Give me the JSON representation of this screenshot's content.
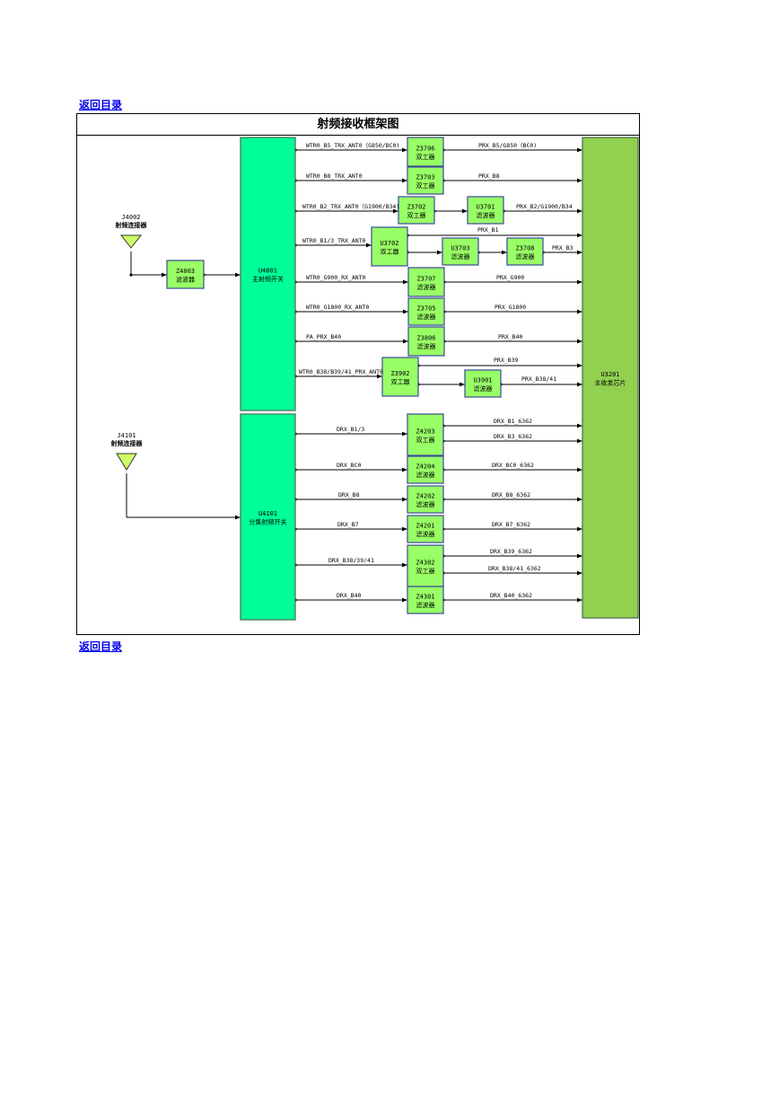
{
  "nav": {
    "back_to_toc_top": "返回目录",
    "back_to_toc_bottom": "返回目录"
  },
  "diagram": {
    "title": "射频接收框架图",
    "colors": {
      "switch_fill": "#00ff99",
      "filter_fill": "#99ff66",
      "chip_fill": "#92d050",
      "antenna_fill": "#ccff66",
      "line": "#000000"
    },
    "antennas": [
      {
        "id": "J4002",
        "name": "射频连接器"
      },
      {
        "id": "J4101",
        "name": "射频连接器"
      }
    ],
    "blocks": [
      {
        "key": "z4003",
        "id": "Z4003",
        "name": "滤波器"
      },
      {
        "key": "u4001",
        "id": "U4001",
        "name": "主射频开关"
      },
      {
        "key": "u4101",
        "id": "U4101",
        "name": "分集射频开关"
      },
      {
        "key": "u3201",
        "id": "U3201",
        "name": "主收发芯片"
      },
      {
        "key": "z3706",
        "id": "Z3706",
        "name": "双工器"
      },
      {
        "key": "z3703",
        "id": "Z3703",
        "name": "双工器"
      },
      {
        "key": "z3702",
        "id": "Z3702",
        "name": "双工器"
      },
      {
        "key": "u3701",
        "id": "U3701",
        "name": "滤波器"
      },
      {
        "key": "u3702",
        "id": "U3702",
        "name": "双工器"
      },
      {
        "key": "u3703",
        "id": "U3703",
        "name": "滤波器"
      },
      {
        "key": "z3708",
        "id": "Z3708",
        "name": "滤波器"
      },
      {
        "key": "z3707",
        "id": "Z3707",
        "name": "滤波器"
      },
      {
        "key": "z3705",
        "id": "Z3705",
        "name": "滤波器"
      },
      {
        "key": "z3806",
        "id": "Z3806",
        "name": "滤波器"
      },
      {
        "key": "z3902",
        "id": "Z3902",
        "name": "双工器"
      },
      {
        "key": "u3901",
        "id": "U3901",
        "name": "滤波器"
      },
      {
        "key": "z4203",
        "id": "Z4203",
        "name": "双工器"
      },
      {
        "key": "z4204",
        "id": "Z4204",
        "name": "滤波器"
      },
      {
        "key": "z4202",
        "id": "Z4202",
        "name": "滤波器"
      },
      {
        "key": "z4201",
        "id": "Z4201",
        "name": "滤波器"
      },
      {
        "key": "z4302",
        "id": "Z4302",
        "name": "双工器"
      },
      {
        "key": "z4301",
        "id": "Z4301",
        "name": "滤波器"
      }
    ],
    "signals": {
      "wtr_b5": "WTR0_B5_TRX_ANT0（G850/BC0)",
      "wtr_b8": "WTR0_B8_TRX_ANT0",
      "wtr_b2": "WTR0_B2_TRX_ANT0（G1900/B34)",
      "wtr_b1": "WTR0_B1/3_TRX_ANT0",
      "wtr_g900": "WTR0_G900_RX_ANT0",
      "wtr_g1800": "WTR0_G1800_RX_ANT0",
      "pa_b40": "PA_PRX_B40",
      "wtr_b38": "WTR0_B38/B39/41_PRX_ANT0",
      "prx_b5": "PRX_B5/G850（BC0)",
      "prx_b8": "PRX_B8",
      "prx_b2": "PRX_B2/G1900/B34",
      "prx_b1": "PRX_B1",
      "prx_b3": "PRX_B3",
      "prx_g900": "PRX_G900",
      "prx_g1800": "PRX_G1800",
      "prx_b40": "PRX_B40",
      "prx_b39": "PRX_B39",
      "prx_b38": "PRX_B38/41",
      "drx_b1": "DRX_B1/3",
      "drx_bc0": "DRX_BC0",
      "drx_b8": "DRX_B8",
      "drx_b7": "DRX_B7",
      "drx_b38": "DRX_B38/39/41",
      "drx_b40": "DRX_B40",
      "drx_b1_6362": "DRX_B1_6362",
      "drx_b3_6362": "DRX_B3_6362",
      "drx_bc0_6362": "DRX_BC0_6362",
      "drx_b8_6362": "DRX_B8_6362",
      "drx_b7_6362": "DRX_B7_6362",
      "drx_b39_6362": "DRX_B39_6362",
      "drx_b38_6362": "DRX_B38/41_6362",
      "drx_b40_6362": "DRX_B40_6362"
    }
  }
}
